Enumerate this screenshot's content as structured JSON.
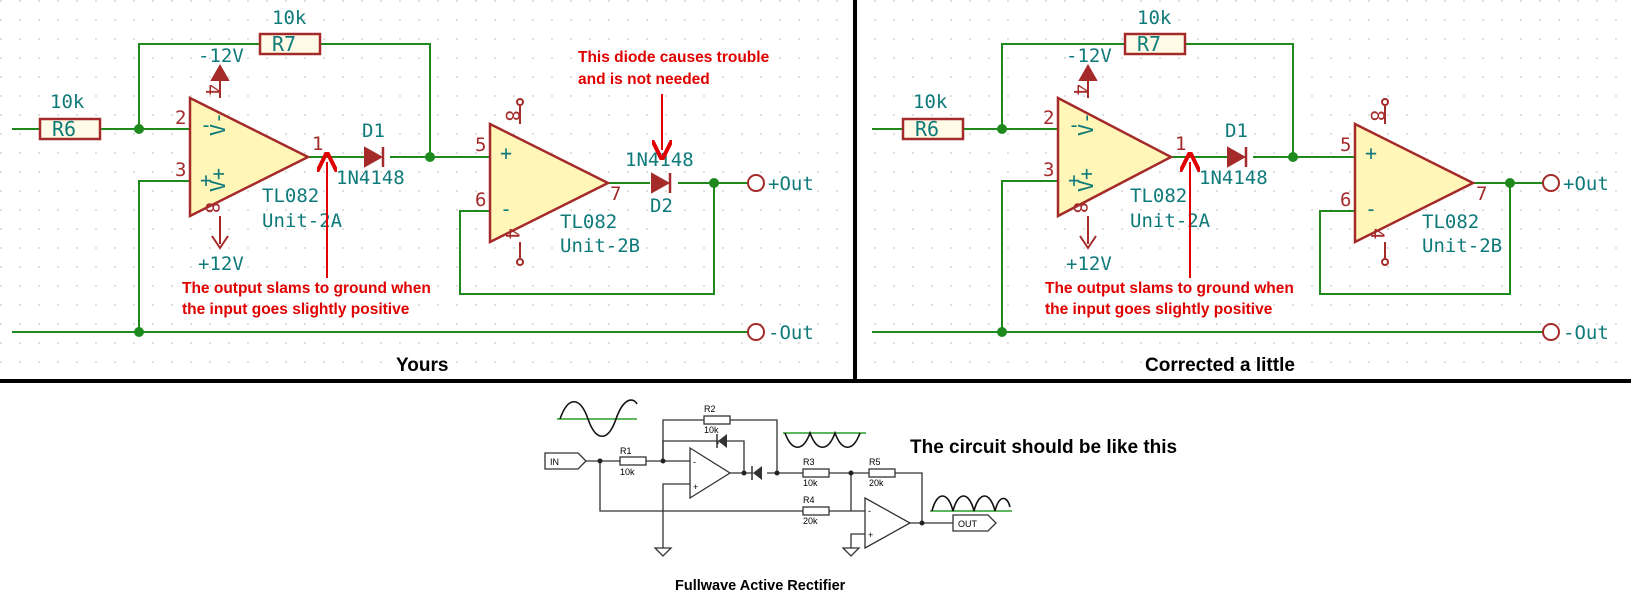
{
  "left": {
    "r7_label": "R7",
    "r7_value": "10k",
    "r6_label": "R6",
    "r6_value": "10k",
    "neg_supply": "-12V",
    "pos_supply": "+12V",
    "pin_2": "2",
    "pin_3": "3",
    "pin_4": "4",
    "pin_8": "8",
    "pin_1": "1",
    "pin_5": "5",
    "pin_6": "6",
    "pin_7": "7",
    "pin_8b": "8",
    "pin_4b": "4",
    "opamp_minus": "-",
    "opamp_plus": "+",
    "opamp_vminus": "V-",
    "opamp_vplus": "V+",
    "u2a_part": "TL082",
    "u2a_unit": "Unit-2A",
    "u2b_part": "TL082",
    "u2b_unit": "Unit-2B",
    "d1_label": "D1",
    "d1_part": "1N4148",
    "d2_label": "D2",
    "d2_part": "1N4148",
    "out_plus": "+Out",
    "out_minus": "-Out",
    "anno_diode_1": "This diode causes trouble",
    "anno_diode_2": "and is not needed",
    "anno_output_1": "The output slams to ground when",
    "anno_output_2": "the input goes slightly positive",
    "caption": "Yours"
  },
  "right": {
    "r7_label": "R7",
    "r7_value": "10k",
    "r6_label": "R6",
    "r6_value": "10k",
    "neg_supply": "-12V",
    "pos_supply": "+12V",
    "pin_2": "2",
    "pin_3": "3",
    "pin_4": "4",
    "pin_8": "8",
    "pin_1": "1",
    "pin_5": "5",
    "pin_6": "6",
    "pin_7": "7",
    "pin_8b": "8",
    "pin_4b": "4",
    "u2a_part": "TL082",
    "u2a_unit": "Unit-2A",
    "u2b_part": "TL082",
    "u2b_unit": "Unit-2B",
    "d1_label": "D1",
    "d1_part": "1N4148",
    "out_plus": "+Out",
    "out_minus": "-Out",
    "anno_output_1": "The output slams to ground when",
    "anno_output_2": "the input goes slightly positive",
    "caption": "Corrected a little"
  },
  "bottom": {
    "in_label": "IN",
    "out_label": "OUT",
    "r1": "R1",
    "r1_val": "10k",
    "r2": "R2",
    "r2_val": "10k",
    "r3": "R3",
    "r3_val": "10k",
    "r4": "R4",
    "r4_val": "20k",
    "r5": "R5",
    "r5_val": "20k",
    "minus": "-",
    "plus": "+",
    "heading": "The circuit should be like this",
    "caption": "Fullwave Active Rectifier"
  },
  "colors": {
    "wire": "#1e8a1e",
    "component": "#a52a2a",
    "opamp_fill": "#fff6b8",
    "label": "#0f7a7a",
    "annotation": "#e00000"
  }
}
